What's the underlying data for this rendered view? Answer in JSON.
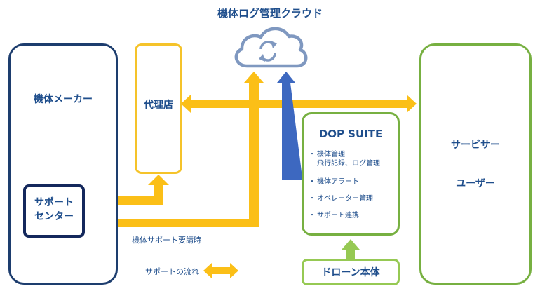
{
  "title": "機体ログ管理クラウド",
  "nodes": {
    "maker": "機体メーカー",
    "agent": "代理店",
    "support_line1": "サポート",
    "support_line2": "センター",
    "dop_title": "DOP SUITE",
    "user_line1": "サービサー",
    "user_line2": "ユーザー",
    "drone": "ドローン本体"
  },
  "dop_features": [
    {
      "line1": "機体管理",
      "line2": "飛行記録、ログ管理"
    },
    {
      "line1": "機体アラート"
    },
    {
      "line1": "オペレーター管理"
    },
    {
      "line1": "サポート連携"
    }
  ],
  "labels": {
    "support_request": "機体サポート要請時",
    "legend": "サポートの流れ"
  },
  "colors": {
    "support_flow": "#fbbf17",
    "log_upload": "#3d68c0",
    "drone_link": "#96c953",
    "maker_border": "#1d3d6e",
    "dop_border": "#77b041",
    "cloud": "#7f98c0",
    "text": "#1f4e8c"
  },
  "icons": {
    "cloud": "cloud-sync-icon"
  }
}
